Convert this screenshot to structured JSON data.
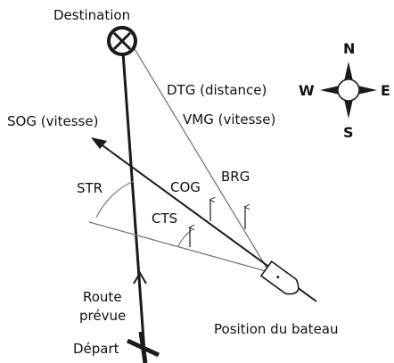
{
  "labels": {
    "destination": "Destination",
    "dtg": "DTG (distance)",
    "vmg": "VMG (vitesse)",
    "sog": "SOG (vitesse)",
    "str": "STR",
    "cog": "COG",
    "brg": "BRG",
    "cts": "CTS",
    "route_line1": "Route",
    "route_line2": "prévue",
    "depart": "Départ",
    "position": "Position du bateau"
  },
  "compass": {
    "north": "N",
    "south": "S",
    "east": "E",
    "west": "W"
  },
  "colors": {
    "line_dark": "#1a1a1a",
    "line_light": "#888888"
  }
}
